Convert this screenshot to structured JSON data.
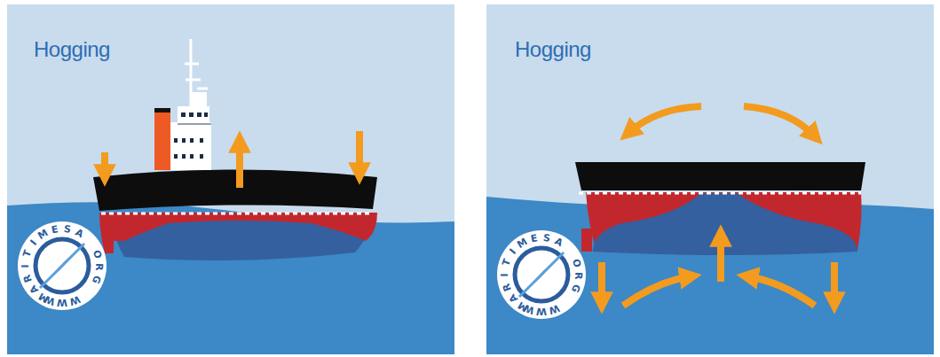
{
  "diagram": {
    "labels": [
      "Hogging",
      "MARITIMESA",
      "ORG",
      "WWW",
      "Hogging",
      "MARITIMESA",
      "ORG",
      "WWW"
    ]
  }
}
